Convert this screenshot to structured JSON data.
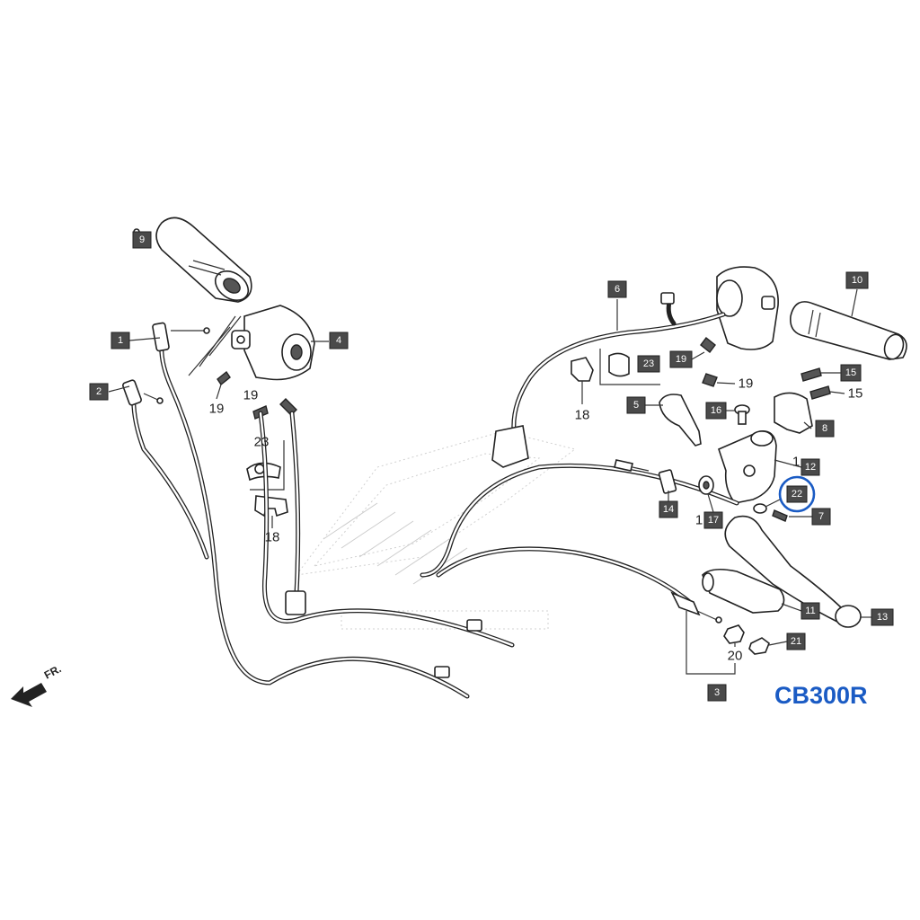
{
  "model_label": "CB300R",
  "direction_label": "FR.",
  "highlight_color": "#1a5bc4",
  "callouts": [
    {
      "id": "c1",
      "label": "1",
      "style": "box"
    },
    {
      "id": "c2",
      "label": "2",
      "style": "box"
    },
    {
      "id": "c3",
      "label": "3",
      "style": "box"
    },
    {
      "id": "c4",
      "label": "4",
      "style": "box"
    },
    {
      "id": "c5",
      "label": "5",
      "style": "box"
    },
    {
      "id": "c6",
      "label": "6",
      "style": "box"
    },
    {
      "id": "c7",
      "label": "7",
      "style": "box"
    },
    {
      "id": "c8",
      "label": "8",
      "style": "box"
    },
    {
      "id": "c9",
      "label": "9",
      "style": "box"
    },
    {
      "id": "c10",
      "label": "10",
      "style": "box"
    },
    {
      "id": "c11",
      "label": "11",
      "style": "box"
    },
    {
      "id": "c12",
      "label": "12",
      "style": "box"
    },
    {
      "id": "c13",
      "label": "13",
      "style": "box"
    },
    {
      "id": "c14",
      "label": "14",
      "style": "box"
    },
    {
      "id": "c15a",
      "label": "15",
      "style": "box"
    },
    {
      "id": "c15b",
      "label": "15",
      "style": "plain"
    },
    {
      "id": "c16",
      "label": "16",
      "style": "box"
    },
    {
      "id": "c17",
      "label": "17",
      "style": "box"
    },
    {
      "id": "c17p",
      "label": "1",
      "style": "plain"
    },
    {
      "id": "c12p",
      "label": "1",
      "style": "plain"
    },
    {
      "id": "c18a",
      "label": "18",
      "style": "plain"
    },
    {
      "id": "c18b",
      "label": "18",
      "style": "plain"
    },
    {
      "id": "c19a",
      "label": "19",
      "style": "plain"
    },
    {
      "id": "c19b",
      "label": "19",
      "style": "plain"
    },
    {
      "id": "c19c",
      "label": "19",
      "style": "box"
    },
    {
      "id": "c19d",
      "label": "19",
      "style": "plain"
    },
    {
      "id": "c20",
      "label": "20",
      "style": "plain"
    },
    {
      "id": "c21",
      "label": "21",
      "style": "box"
    },
    {
      "id": "c22",
      "label": "22",
      "style": "box"
    },
    {
      "id": "c23a",
      "label": "23",
      "style": "plain"
    },
    {
      "id": "c23b",
      "label": "23",
      "style": "box"
    }
  ]
}
